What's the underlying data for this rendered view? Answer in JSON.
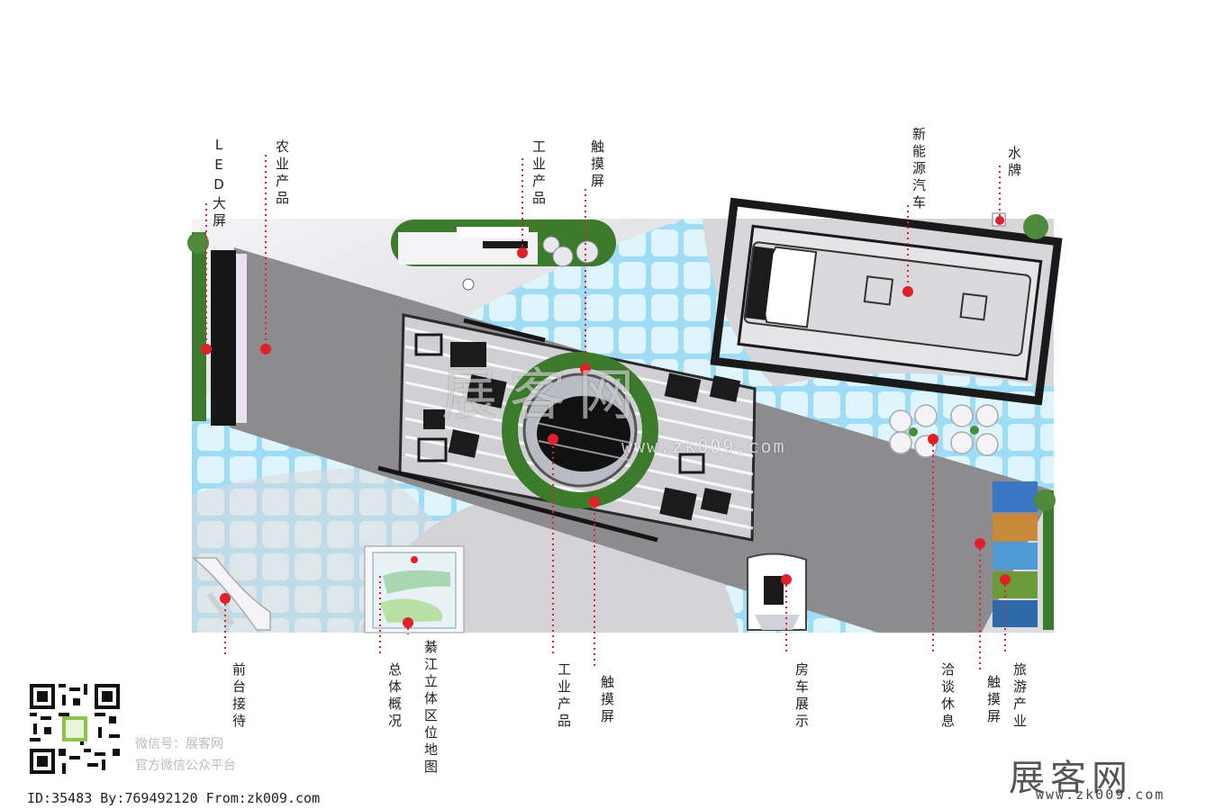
{
  "labels": {
    "led_screen": "LED大屏",
    "agri_products": "农业产品",
    "industry_products_top": "工业产品",
    "touch_screen_top": "触摸屏",
    "new_energy_car": "新能源汽车",
    "water_sign": "水牌",
    "reception": "前台接待",
    "overview": "总体概况",
    "qijiang_map": "綦江立体区位地图",
    "industry_products_bottom": "工业产品",
    "touch_screen_bottom": "触摸屏",
    "rv_display": "房车展示",
    "negotiation": "洽谈休息",
    "touch_screen_right": "触摸屏",
    "tourism": "旅游产业"
  },
  "wechat": {
    "id_line": "微信号：展客网",
    "platform_line": "官方微信公众平台"
  },
  "footer": {
    "info": "ID:35483 By:769492120 From:zk009.com"
  },
  "brand": {
    "name": "展客网",
    "url": "www.zk009.com"
  },
  "watermark": {
    "name": "展客网",
    "url": "www.zk009.com"
  },
  "colors": {
    "marker": "#e0202a",
    "floor": "#8c8c8f",
    "light_tile": "#bfe9fa",
    "frame": "#1a1a1a",
    "green": "#3c7a2c"
  }
}
